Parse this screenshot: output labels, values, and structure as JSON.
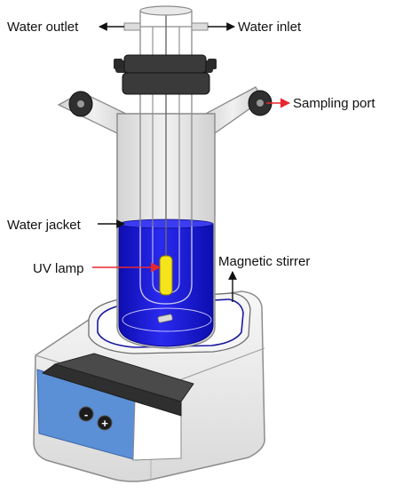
{
  "labels": {
    "water_outlet": "Water outlet",
    "water_inlet": "Water inlet",
    "sampling_port": "Sampling port",
    "water_jacket": "Water jacket",
    "uv_lamp": "UV lamp",
    "magnetic_stirrer": "Magnetic stirrer",
    "minus_button": "-",
    "plus_button": "+"
  },
  "colors": {
    "glass": "#e4e4e4",
    "glass_stroke": "#8a8a8a",
    "solution": "#1a1ad6",
    "lamp": "#f5e41a",
    "clamp": "#3a3a3a",
    "stirrer_body": "#efefef",
    "control_panel": "#5b8fd6",
    "pointer_red": "#e8262e",
    "pointer_black": "#111111"
  }
}
